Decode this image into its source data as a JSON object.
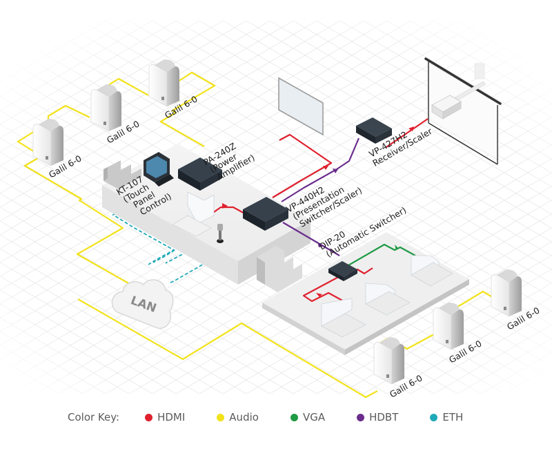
{
  "diagram": {
    "devices": {
      "kt107": {
        "lines": [
          "KT-107",
          "(Touch",
          "Panel",
          "Control)"
        ]
      },
      "pa240z": {
        "lines": [
          "PA-240Z",
          "(Power",
          "Amplifier)"
        ]
      },
      "vp440h2": {
        "lines": [
          "VP-440H2",
          "(Presentation",
          "Switcher/Scaler)"
        ]
      },
      "vp427h2": {
        "lines": [
          "VP-427H2",
          "Receiver/Scaler"
        ]
      },
      "dip20": {
        "lines": [
          "DIP-20",
          "(Automatic Switcher)"
        ]
      },
      "lan": {
        "label": "LAN"
      }
    },
    "speakers": [
      {
        "label": "Galil 6-0"
      },
      {
        "label": "Galil 6-0"
      },
      {
        "label": "Galil 6-0"
      },
      {
        "label": "Galil 6-0"
      },
      {
        "label": "Galil 6-0"
      },
      {
        "label": "Galil 6-0"
      }
    ],
    "cable_colors": {
      "hdmi": "#e0202e",
      "audio": "#f2e21a",
      "vga": "#1f9a45",
      "hdbt": "#6a2d8c",
      "eth": "#1fa9b8"
    }
  },
  "legend": {
    "title": "Color Key:",
    "items": [
      {
        "label": "HDMI",
        "color": "#e0202e"
      },
      {
        "label": "Audio",
        "color": "#f2e21a"
      },
      {
        "label": "VGA",
        "color": "#1f9a45"
      },
      {
        "label": "HDBT",
        "color": "#6a2d8c"
      },
      {
        "label": "ETH",
        "color": "#1fa9b8"
      }
    ]
  }
}
